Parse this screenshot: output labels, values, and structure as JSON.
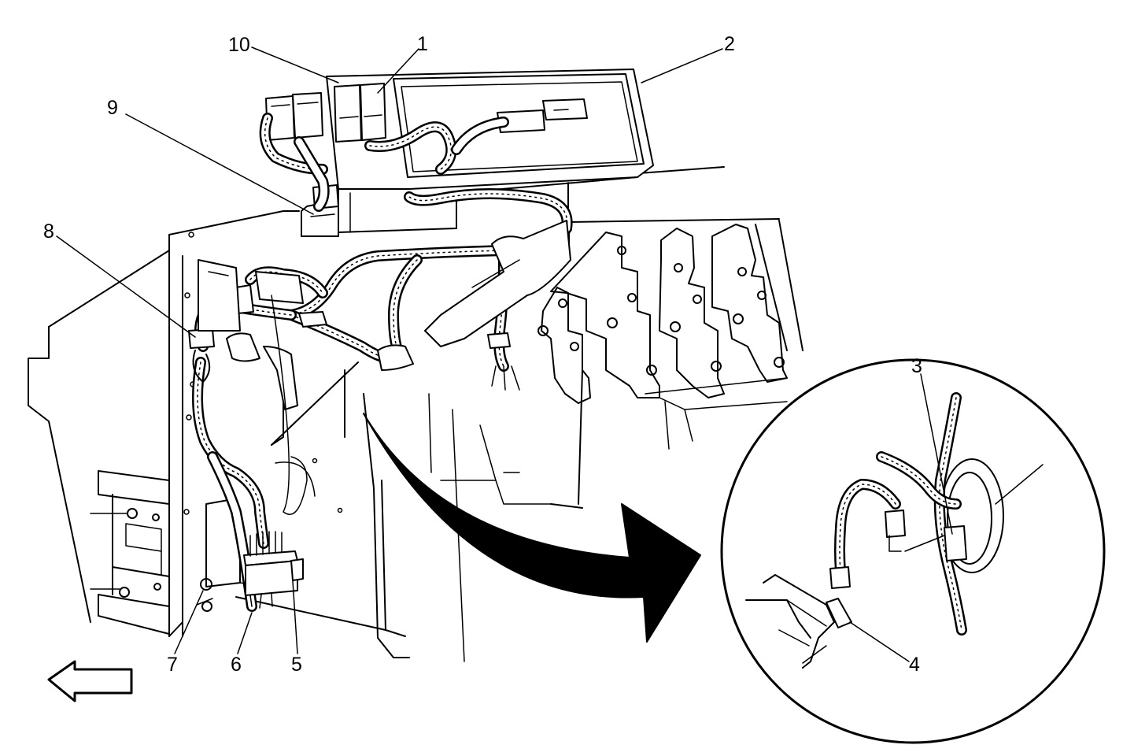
{
  "callouts": {
    "c1": "1",
    "c2": "2",
    "c3": "3",
    "c4": "4",
    "c5": "5",
    "c6": "6",
    "c7": "7",
    "c8": "8",
    "c9": "9",
    "c10": "10"
  },
  "icons": {
    "direction_arrow": "left-arrow-icon",
    "detail_arrow": "curved-arrow-icon"
  },
  "colors": {
    "line": "#000000",
    "background": "#ffffff"
  }
}
